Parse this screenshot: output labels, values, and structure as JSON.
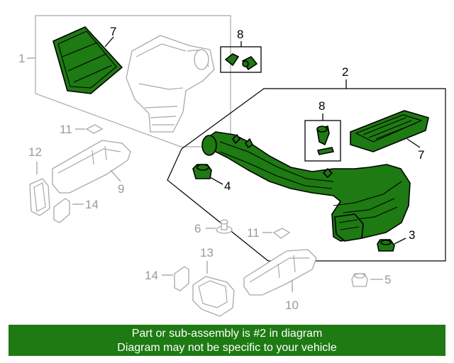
{
  "callouts": {
    "c1": "1",
    "c2": "2",
    "c3": "3",
    "c4": "4",
    "c5": "5",
    "c6": "6",
    "c7a": "7",
    "c7b": "7",
    "c8a": "8",
    "c8b": "8",
    "c9": "9",
    "c10": "10",
    "c11a": "11",
    "c11b": "11",
    "c12": "12",
    "c13": "13",
    "c14a": "14",
    "c14b": "14"
  },
  "banner": {
    "line1": "Part or sub-assembly is #2 in diagram",
    "line2": "Diagram may not be specific to your vehicle"
  },
  "colors": {
    "highlight": "#1e7a12",
    "ghost": "#a8a8a8"
  }
}
